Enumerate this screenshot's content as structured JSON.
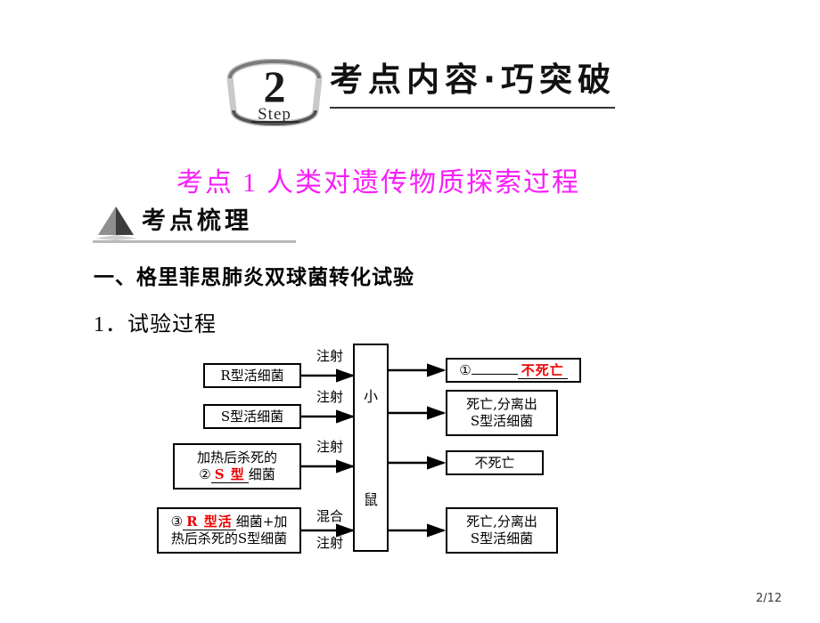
{
  "banner": {
    "step_number": "2",
    "step_word": "Step",
    "title": "考点内容·巧突破"
  },
  "kaodian": {
    "prefix": "考点",
    "number": "1",
    "title": "人类对遗传物质探索过程"
  },
  "section_badge": {
    "label": "考点梳理",
    "icon": "triangle-icon"
  },
  "body": {
    "line_one": "一、格里菲思肺炎双球菌转化试验",
    "line_two_index": "1．",
    "line_two_text": "试验过程"
  },
  "diagram": {
    "center_box": {
      "char_top": "小",
      "char_bottom": "鼠"
    },
    "inputs": [
      {
        "id": "input-1",
        "text": "R型活细菌"
      },
      {
        "id": "input-2",
        "text": "S型活细菌"
      },
      {
        "id": "input-3",
        "line1": "加热后杀死的",
        "marker": "②",
        "answer": "S 型",
        "suffix": "细菌"
      },
      {
        "id": "input-4",
        "marker": "③",
        "answer": "R 型活",
        "line1_suffix": "细菌+加",
        "line2": "热后杀死的S型细菌"
      }
    ],
    "arrow_labels": [
      {
        "id": "arrow-label-1",
        "text": "注射"
      },
      {
        "id": "arrow-label-2",
        "text": "注射"
      },
      {
        "id": "arrow-label-3",
        "text": "注射"
      },
      {
        "id": "arrow-label-4-top",
        "text": "混合"
      },
      {
        "id": "arrow-label-4-bottom",
        "text": "注射"
      }
    ],
    "outputs": [
      {
        "id": "output-1",
        "marker": "①",
        "answer": "不死亡"
      },
      {
        "id": "output-2",
        "line1": "死亡,分离出",
        "line2": "S型活细菌"
      },
      {
        "id": "output-3",
        "line1": "不死亡"
      },
      {
        "id": "output-4",
        "line1": "死亡,分离出",
        "line2": "S型活细菌"
      }
    ]
  },
  "footer": {
    "page": "2/12"
  },
  "colors": {
    "heading_magenta": "#f81ef8",
    "answer_red": "#ee0000",
    "text_black": "#000000"
  }
}
